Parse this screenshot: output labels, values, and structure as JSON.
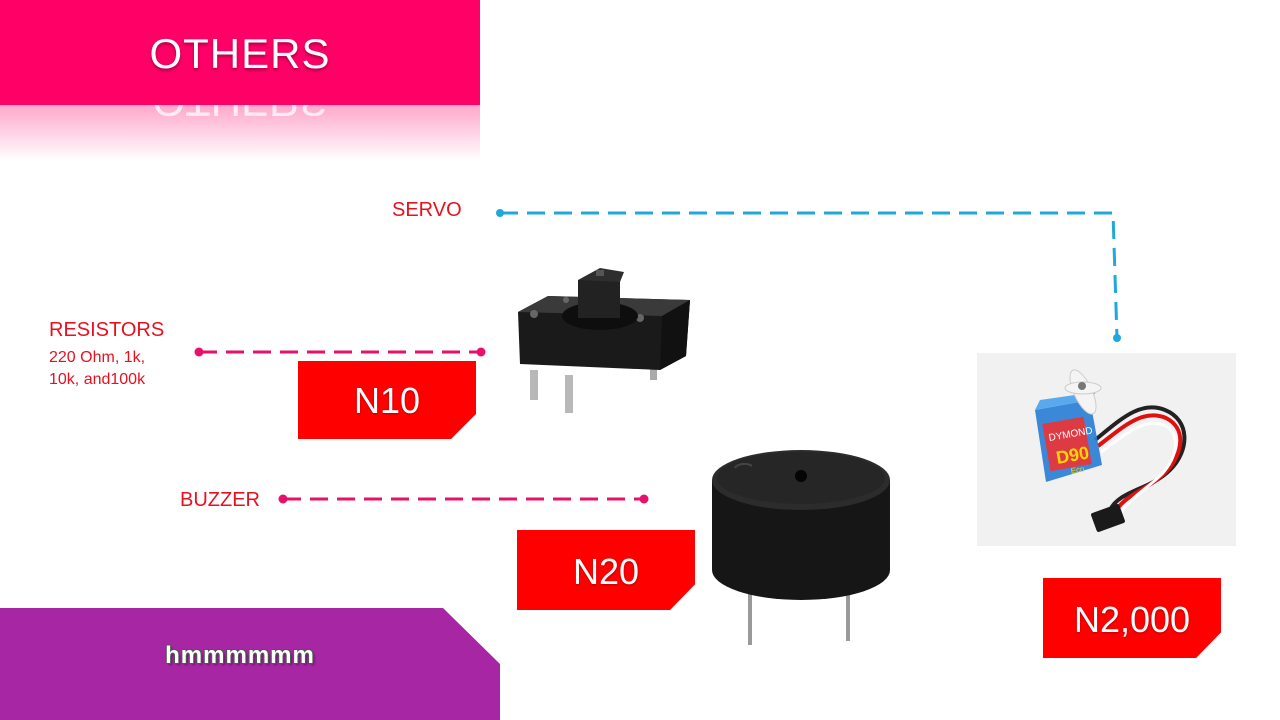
{
  "title": "OTHERS",
  "bottom_banner": "hmmmmmm",
  "labels": {
    "servo": "SERVO",
    "resistors": "RESISTORS",
    "resistors_line1": "220 Ohm, 1k,",
    "resistors_line2": "10k, and100k",
    "buzzer": "BUZZER"
  },
  "prices": {
    "n10": "N10",
    "n20": "N20",
    "n2000": "N2,000"
  },
  "servo_model": {
    "brand": "DYMOND",
    "model": "D90",
    "sub": "Eco"
  },
  "colors": {
    "title_banner": "#ff0066",
    "bottom_banner": "#a626a4",
    "price_tag": "#ff0000",
    "label_text": "#e8101e",
    "servo_connector": "#1fa8dc",
    "resistor_connector": "#e8106a",
    "buzzer_connector": "#e8106a"
  }
}
